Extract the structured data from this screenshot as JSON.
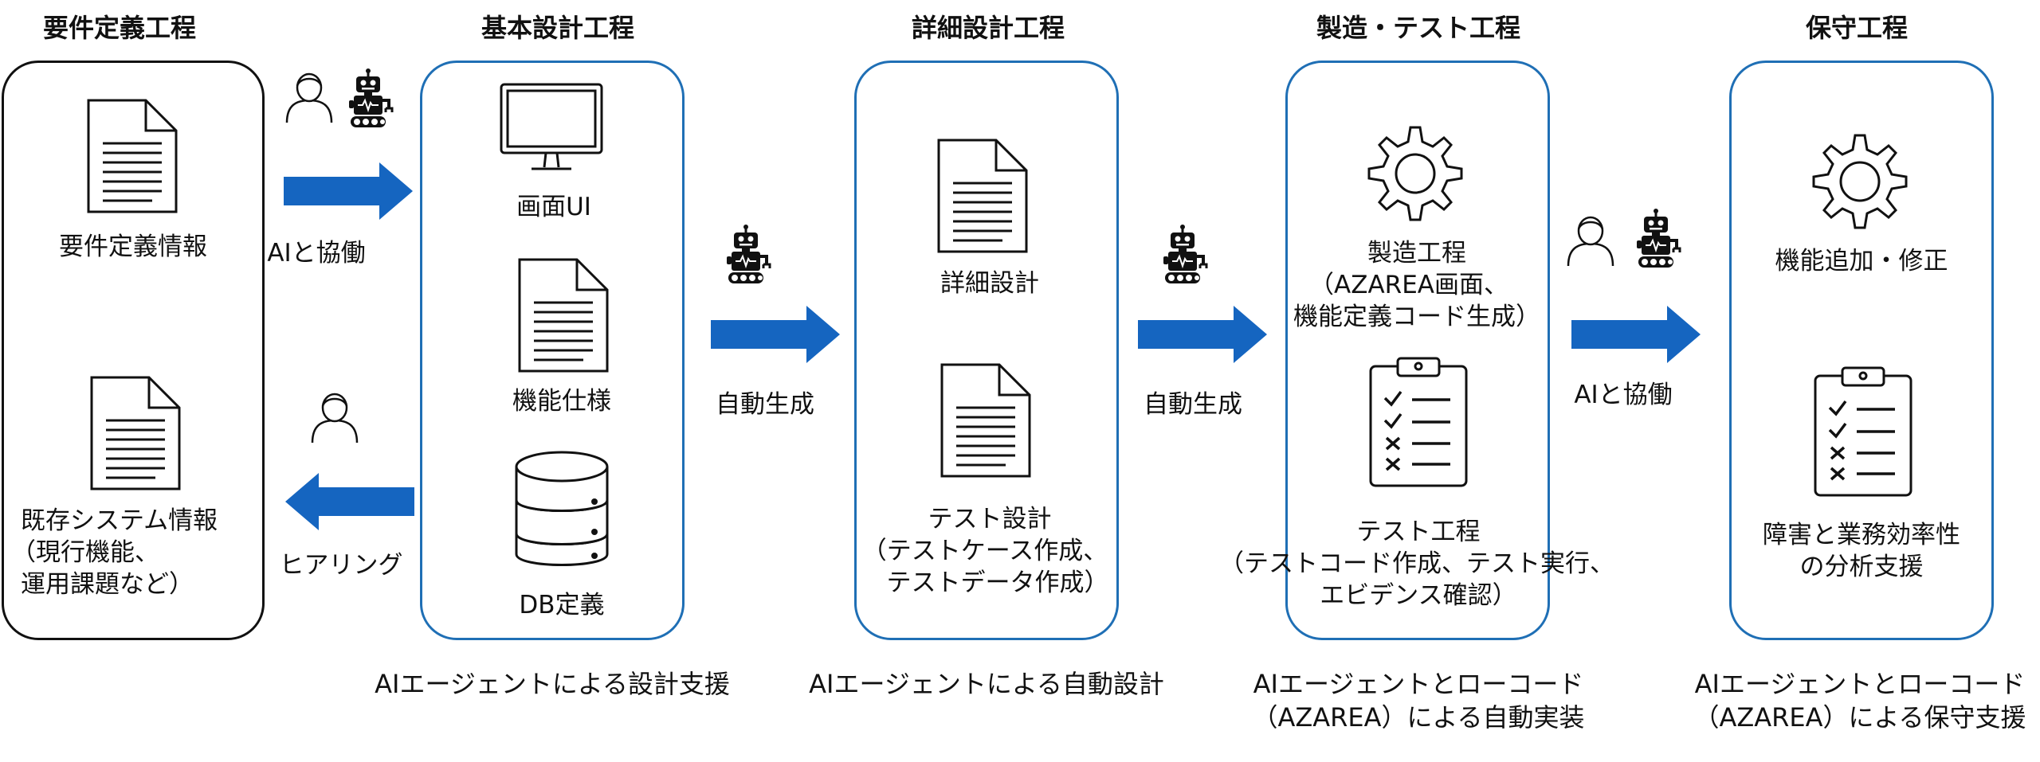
{
  "stages": [
    {
      "title": "要件定義工程"
    },
    {
      "title": "基本設計工程"
    },
    {
      "title": "詳細設計工程"
    },
    {
      "title": "製造・テスト工程"
    },
    {
      "title": "保守工程"
    }
  ],
  "requirements": {
    "item1": "要件定義情報",
    "item2_l1": "既存システム情報",
    "item2_l2": "（現行機能、",
    "item2_l3": "運用課題など）"
  },
  "basic_design": {
    "item1": "画面UI",
    "item2": "機能仕様",
    "item3": "DB定義",
    "footer": "AIエージェントによる設計支援"
  },
  "detail_design": {
    "item1": "詳細設計",
    "item2_l1": "テスト設計",
    "item2_l2": "（テストケース作成、",
    "item2_l3": "テストデータ作成）",
    "footer": "AIエージェントによる自動設計"
  },
  "build_test": {
    "item1_l1": "製造工程",
    "item1_l2": "（AZAREA画面、",
    "item1_l3": "機能定義コード生成）",
    "item2_l1": "テスト工程",
    "item2_l2": "（テストコード作成、テスト実行、",
    "item2_l3": "エビデンス確認）",
    "footer_l1": "AIエージェントとローコード",
    "footer_l2": "（AZAREA）による自動実装"
  },
  "maintenance": {
    "item1": "機能追加・修正",
    "item2_l1": "障害と業務効率性",
    "item2_l2": "の分析支援",
    "footer_l1": "AIエージェントとローコード",
    "footer_l2": "（AZAREA）による保守支援"
  },
  "connectors": {
    "collab1": "AIと協働",
    "hearing": "ヒアリング",
    "auto1": "自動生成",
    "auto2": "自動生成",
    "collab2": "AIと協働"
  },
  "colors": {
    "accent": "#1565c0",
    "box_border_blue": "#1f6fb5",
    "box_border_black": "#111111"
  }
}
